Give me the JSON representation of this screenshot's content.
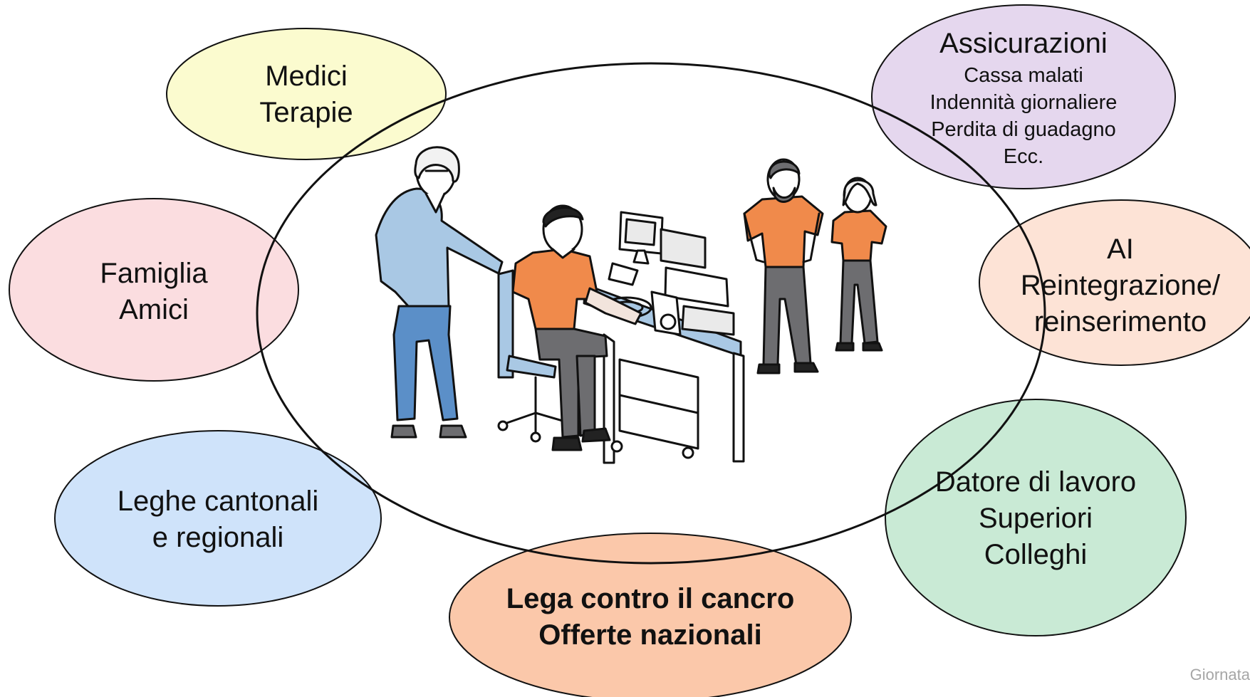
{
  "colors": {
    "medici": "#fbfbcf",
    "famiglia": "#fbdde0",
    "leghe": "#cfe3fa",
    "lega_nazionale": "#fbc8aa",
    "datore": "#c9ead5",
    "ai": "#fde3d6",
    "assicurazioni": "#e5d7ee",
    "outline": "#111111",
    "shirt": "#f08a4b",
    "jacket": "#a9c8e4",
    "trousers_blue": "#5b8fc8",
    "trousers_grey": "#6d6d70"
  },
  "bubbles": {
    "medici": {
      "line1": "Medici",
      "line2": "Terapie"
    },
    "famiglia": {
      "line1": "Famiglia",
      "line2": "Amici"
    },
    "leghe": {
      "line1": "Leghe cantonali",
      "line2": "e regionali"
    },
    "lega_nazionale": {
      "line1": "Lega contro il cancro",
      "line2": "Offerte nazionali"
    },
    "datore": {
      "line1": "Datore di lavoro",
      "line2": "Superiori",
      "line3": "Colleghi"
    },
    "ai": {
      "line1": "AI",
      "line2": "Reintegrazione/",
      "line3": "reinserimento"
    },
    "assicurazioni": {
      "title": "Assicurazioni",
      "items": [
        "Cassa malati",
        "Indennità giornaliere",
        "Perdita di guadagno",
        "Ecc."
      ]
    }
  },
  "footer": {
    "text": "Giornata"
  }
}
